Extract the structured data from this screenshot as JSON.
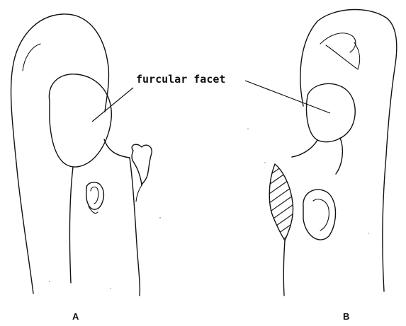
{
  "annotation": {
    "label": "furcular facet"
  },
  "panels": [
    {
      "id": "A",
      "label": "A"
    },
    {
      "id": "B",
      "label": "B"
    }
  ],
  "colors": {
    "ink": "#111111",
    "background": "#ffffff"
  }
}
